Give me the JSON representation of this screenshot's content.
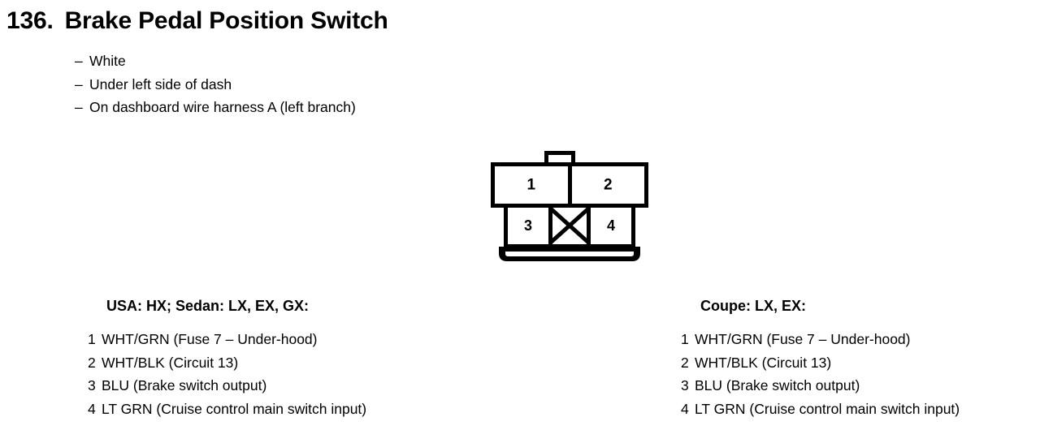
{
  "header": {
    "number": "136.",
    "title": "Brake Pedal Position Switch",
    "details": [
      "White",
      "Under left side of dash",
      "On dashboard wire harness A (left branch)"
    ],
    "bullet": "–"
  },
  "connector": {
    "name": "4-pin-connector-diagram",
    "top_row": [
      {
        "pin": "1"
      },
      {
        "pin": "2"
      }
    ],
    "bottom_row": [
      {
        "pin": "3"
      },
      {
        "pin": "",
        "blank": true
      },
      {
        "pin": "4"
      }
    ]
  },
  "columns": [
    {
      "heading": "USA: HX; Sedan: LX, EX, GX:",
      "pins": [
        {
          "num": "1",
          "text": "WHT/GRN (Fuse 7 – Under-hood)"
        },
        {
          "num": "2",
          "text": "WHT/BLK (Circuit 13)"
        },
        {
          "num": "3",
          "text": "BLU (Brake switch output)"
        },
        {
          "num": "4",
          "text": "LT GRN (Cruise control main switch input)"
        }
      ]
    },
    {
      "heading": "Coupe: LX, EX:",
      "pins": [
        {
          "num": "1",
          "text": "WHT/GRN (Fuse 7 – Under-hood)"
        },
        {
          "num": "2",
          "text": "WHT/BLK (Circuit 13)"
        },
        {
          "num": "3",
          "text": "BLU (Brake switch output)"
        },
        {
          "num": "4",
          "text": "LT GRN (Cruise control main switch input)"
        }
      ]
    }
  ],
  "colors": {
    "ink": "#000000",
    "page": "#ffffff"
  }
}
